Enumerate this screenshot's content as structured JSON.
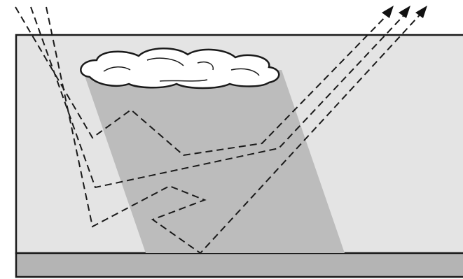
{
  "diagram": {
    "colors": {
      "atmosphere": "#e4e4e4",
      "cloud_shadow_column": "#bcbcbc",
      "ground": "#b4b4b4",
      "outline": "#1a1a1a",
      "cloud_fill": "#ffffff",
      "light_path": "#1a1a1a",
      "light_path_in_shadow": "#555555"
    },
    "elements": {
      "incoming_paths": 3,
      "outgoing_paths": 3,
      "arrows": 3
    }
  }
}
